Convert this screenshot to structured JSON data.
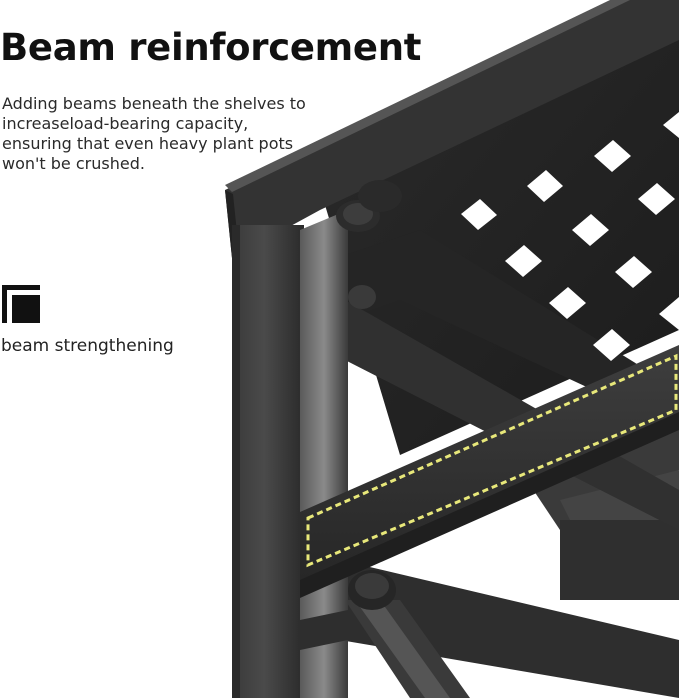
{
  "headline": "Beam reinforcement",
  "description": "Adding beams beneath the shelves to increaseload-bearing capacity, ensuring that even heavy plant pots won't be crushed.",
  "feature": {
    "icon": "beam-corner-icon",
    "label": "beam strengthening"
  },
  "colors": {
    "frame": "#2b2b2b",
    "highlight_dash": "#e8e87a",
    "text": "#111111"
  }
}
